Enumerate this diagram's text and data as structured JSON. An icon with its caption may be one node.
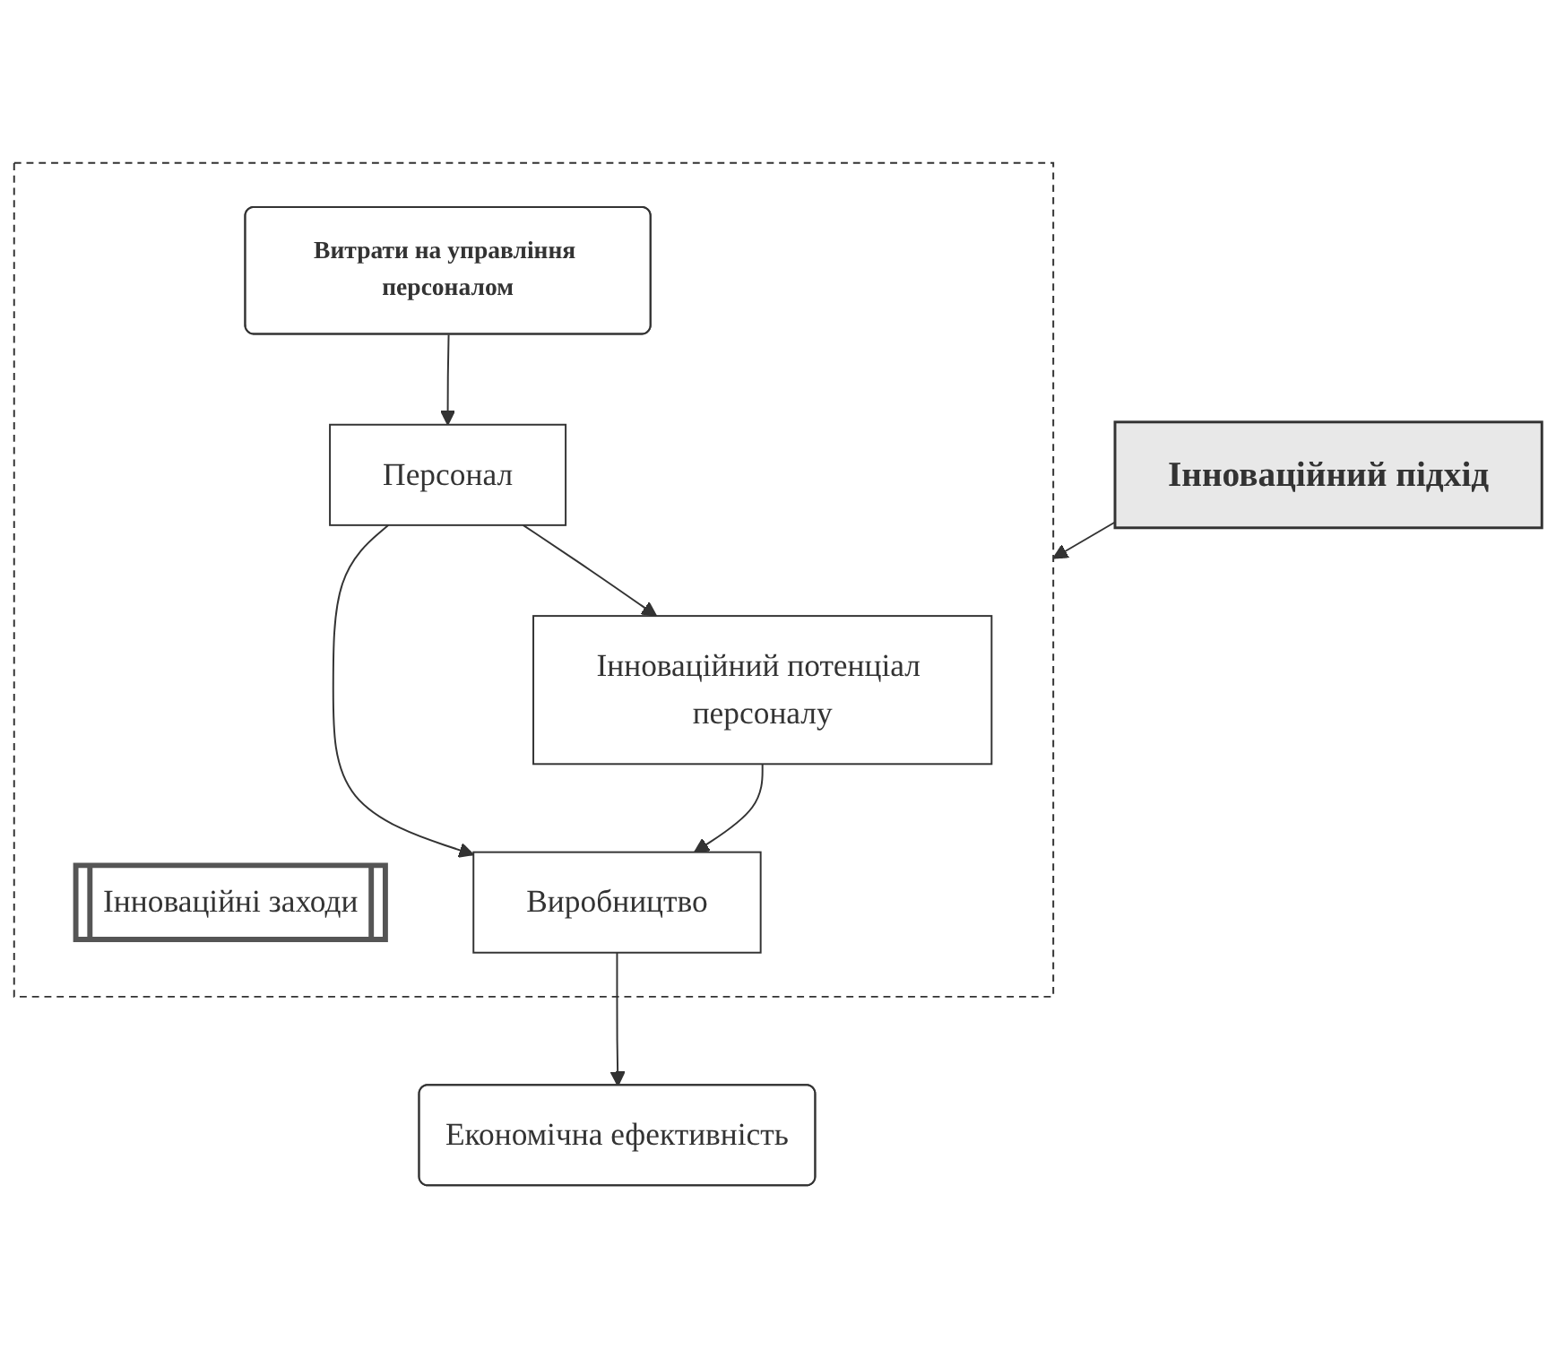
{
  "diagram": {
    "nodes": [
      {
        "text": [
          "Інноваційний підхід"
        ]
      },
      {
        "text": [],
        "shape": "box"
      },
      {
        "text": [
          "Інноваційний потенціал персоналу"
        ],
        "in": 1
      },
      {
        "text": [
          "Персонал"
        ],
        "in": 1
      },
      {
        "text": [
          "Витрати на управління персоналом"
        ],
        "in": 1
      },
      {
        "text": [
          "Інноваційні заходи"
        ],
        "in": 1
      },
      {
        "text": [
          "Виробництво"
        ],
        "in": 1
      },
      {
        "text": [
          "Економічна ефективність"
        ]
      }
    ],
    "edges": [
      {
        "from": 0,
        "to": 1,
        "arrow": "to"
      },
      {
        "from": 3,
        "to": 2,
        "arrow": "to"
      },
      {
        "from": 4,
        "to": 3,
        "arrow": "to"
      },
      {
        "from": 3,
        "to": 6,
        "arrow": "to"
      },
      {
        "from": 2,
        "to": 6,
        "arrow": "to"
      },
      {
        "from": 6,
        "to": 7,
        "arrow": "to"
      }
    ]
  }
}
